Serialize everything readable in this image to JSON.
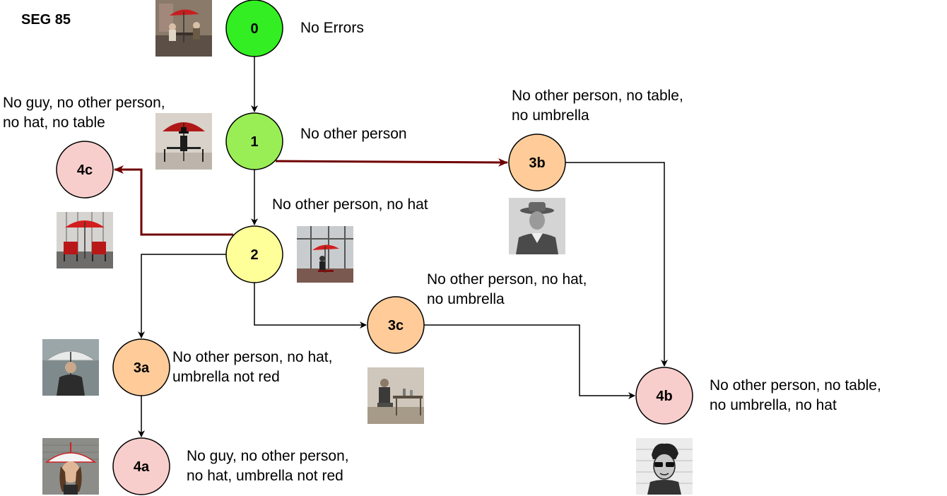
{
  "title": "SEG 85",
  "nodes": {
    "n0": {
      "label": "0",
      "color": "#33ee22"
    },
    "n1": {
      "label": "1",
      "color": "#99ee55"
    },
    "n2": {
      "label": "2",
      "color": "#ffff99"
    },
    "n3a": {
      "label": "3a",
      "color": "#ffcc99"
    },
    "n3b": {
      "label": "3b",
      "color": "#ffcc99"
    },
    "n3c": {
      "label": "3c",
      "color": "#ffcc99"
    },
    "n4a": {
      "label": "4a",
      "color": "#f8cecc"
    },
    "n4b": {
      "label": "4b",
      "color": "#f8cecc"
    },
    "n4c": {
      "label": "4c",
      "color": "#f8cecc"
    }
  },
  "descriptions": {
    "n0": [
      "No Errors"
    ],
    "n1": [
      "No other person"
    ],
    "n2": [
      "No other person, no hat"
    ],
    "n3a": [
      "No other person, no hat,",
      "umbrella not red"
    ],
    "n3b": [
      "No other person, no table,",
      "no umbrella"
    ],
    "n3c": [
      "No other person, no hat,",
      "no umbrella"
    ],
    "n4a": [
      "No guy, no other person,",
      "no hat, umbrella not red"
    ],
    "n4b": [
      "No other person, no table,",
      "no umbrella, no hat"
    ],
    "n4c": [
      "No guy, no other person,",
      "no hat, no table"
    ]
  },
  "edge_colors": {
    "normal": "#000000",
    "highlight": "#6f0000"
  },
  "thumbnails": {
    "n0": "photo-two-people-at-table-under-red-umbrella",
    "n1": "photo-person-with-hat-under-red-umbrella",
    "n2": "photo-person-at-table-red-umbrella-window",
    "n3a": "photo-man-under-white-umbrella",
    "n3b": "photo-man-in-fedora-hat",
    "n3c": "photo-man-sitting-at-table",
    "n4a": "photo-woman-wearing-umbrella-hat",
    "n4b": "sketch-man-with-sunglasses",
    "n4c": "photo-red-chairs-under-red-umbrella"
  }
}
